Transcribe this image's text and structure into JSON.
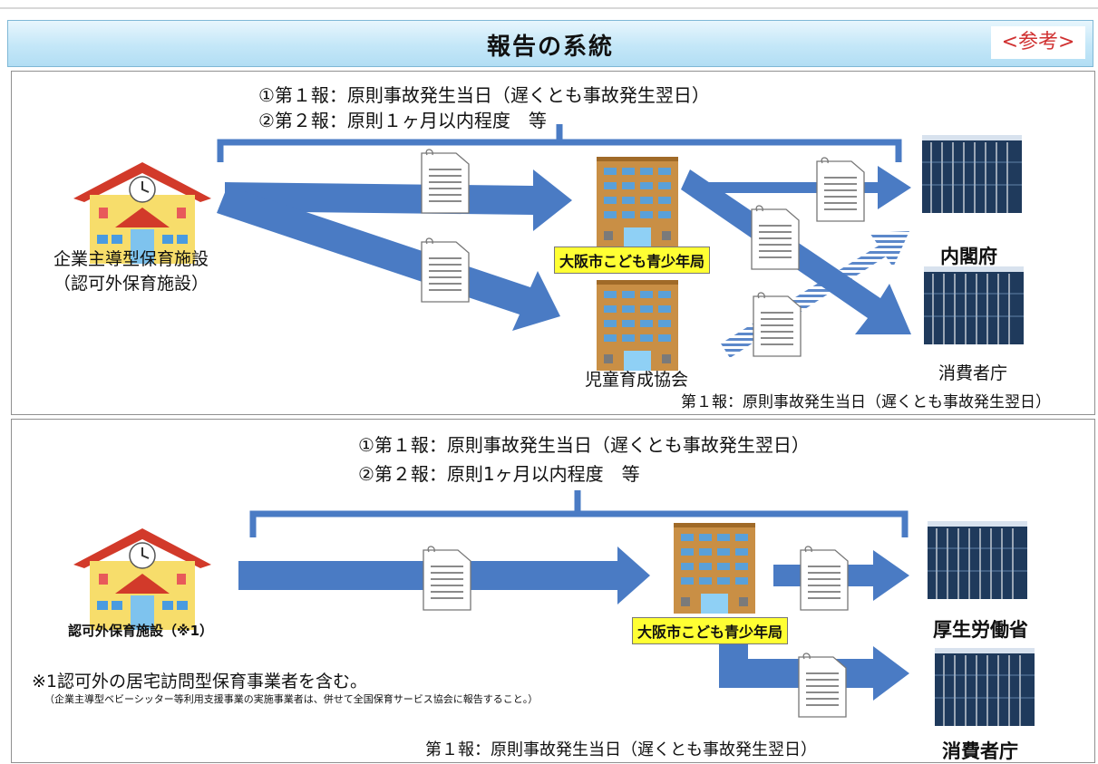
{
  "title": "報告の系統",
  "reference_label": "<参考>",
  "panel_top": {
    "rule_1": "①第１報：原則事故発生当日（遅くとも事故発生翌日）",
    "rule_2": "②第２報：原則１ヶ月以内程度　等",
    "facility_line1": "企業主導型保育施設",
    "facility_line2": "（認可外保育施設）",
    "city_bureau": "大阪市こども青少年局",
    "association": "児童育成協会",
    "cabinet_office": "内閣府",
    "consumer_agency": "消費者庁",
    "bottom_note": "第１報：原則事故発生当日（遅くとも事故発生翌日）"
  },
  "panel_bottom": {
    "rule_1": "①第１報：原則事故発生当日（遅くとも事故発生翌日）",
    "rule_2": "②第２報：原則1ヶ月以内程度　等",
    "facility": "認可外保育施設（※1）",
    "city_bureau": "大阪市こども青少年局",
    "ministry": "厚生労働省",
    "consumer_agency": "消費者庁",
    "note_1": "※1認可外の居宅訪問型保育事業者を含む。",
    "note_2": "（企業主導型ベビーシッター等利用支援事業の実施事業者は、併せて全国保育サービス協会に報告すること。）",
    "bottom_note": "第１報：原則事故発生当日（遅くとも事故発生翌日）"
  },
  "colors": {
    "arrow": "#4a7bc4",
    "highlight": "#ffff33",
    "title_bar": "#c4e7f8",
    "reference_text": "#d03030"
  },
  "icons": [
    "nursery-school-icon",
    "office-building-icon",
    "government-building-icon",
    "document-icon"
  ]
}
